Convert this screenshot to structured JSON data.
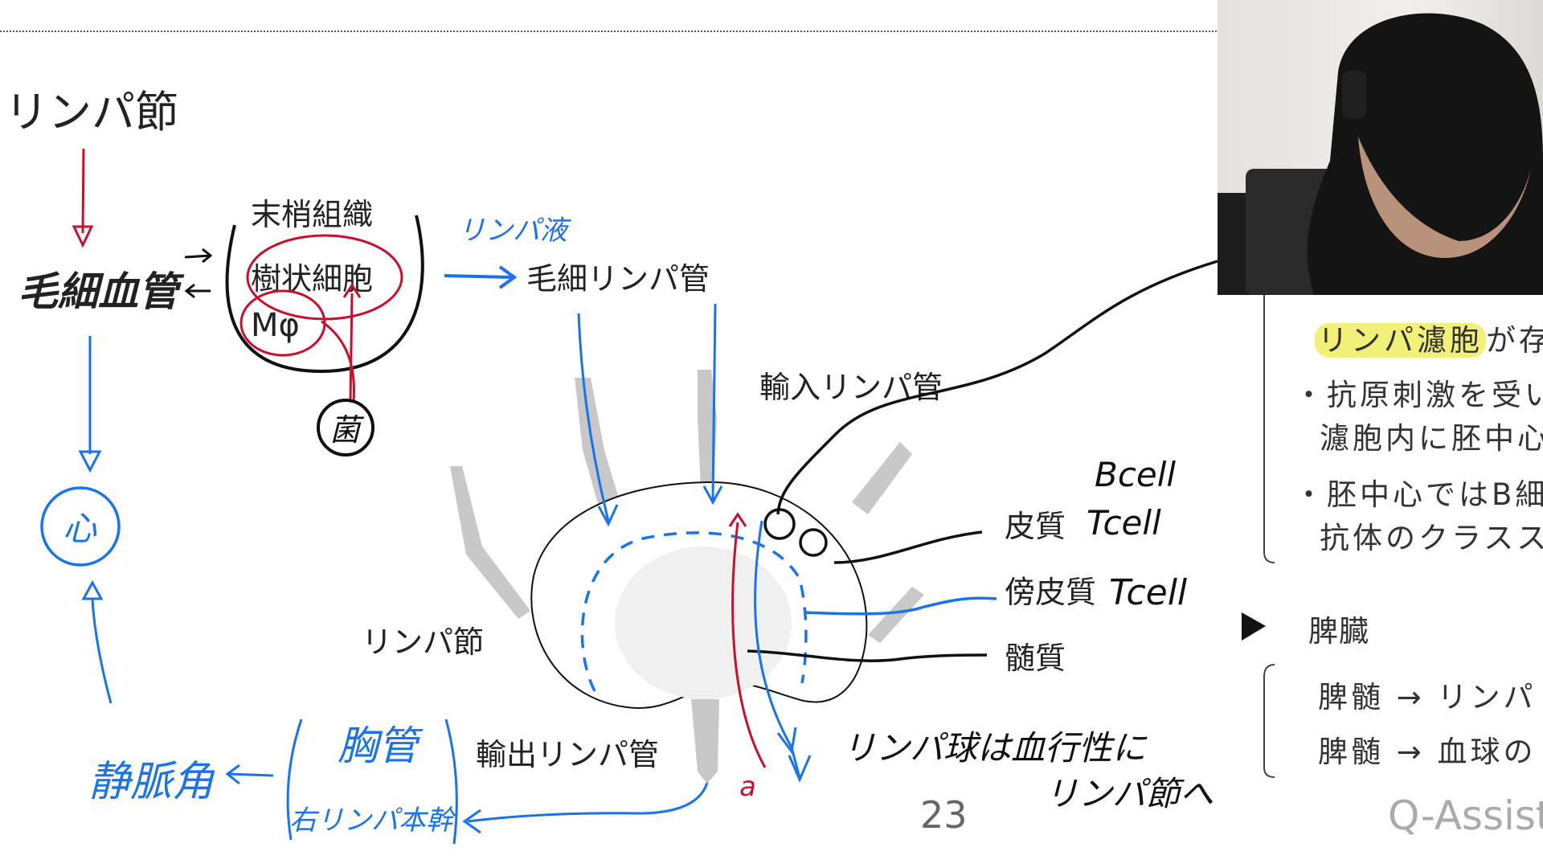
{
  "slide": {
    "title": "リンパ節",
    "page_number": "23",
    "watermark": "Q-Assist",
    "printed_labels": {
      "peripheral_tissue": "末梢組織",
      "dendritic_cell": "樹状細胞",
      "macrophage": "Mφ",
      "lymph_capillary": "毛細リンパ管",
      "afferent": "輸入リンパ管",
      "cortex": "皮質",
      "paracortex": "傍皮質",
      "medulla": "髄質",
      "node": "リンパ節",
      "efferent": "輸出リンパ管"
    },
    "handwritten": {
      "blood_capillary": "毛細血管",
      "lymph_fluid": "リンパ液",
      "bacteria": "菌",
      "heart": "心",
      "venous_angle": "静脈角",
      "thoracic_duct": "胸管",
      "right_lymph_trunk": "右リンパ本幹",
      "bcell": "Bcell",
      "tcell_cortex": "Tcell",
      "tcell_paracortex": "Tcell",
      "artery_mark": "a",
      "note_line1": "リンパ球は血行性に",
      "note_line2": "リンパ節へ"
    }
  },
  "right_panel": {
    "highlight": "リンパ濾胞",
    "line1_rest": "が存",
    "bullet1_a": "・抗原刺激を受い",
    "bullet1_b": "濾胞内に胚中心",
    "bullet2_a": "・胚中心ではB細",
    "bullet2_b": "抗体のクラスス",
    "section": "脾臓",
    "spleen1": "脾髄 → リンパ",
    "spleen2": "脾髄 → 血球の"
  },
  "colors": {
    "red": "#c8102e",
    "blue": "#1a73e8",
    "highlight": "#f3f07a"
  }
}
